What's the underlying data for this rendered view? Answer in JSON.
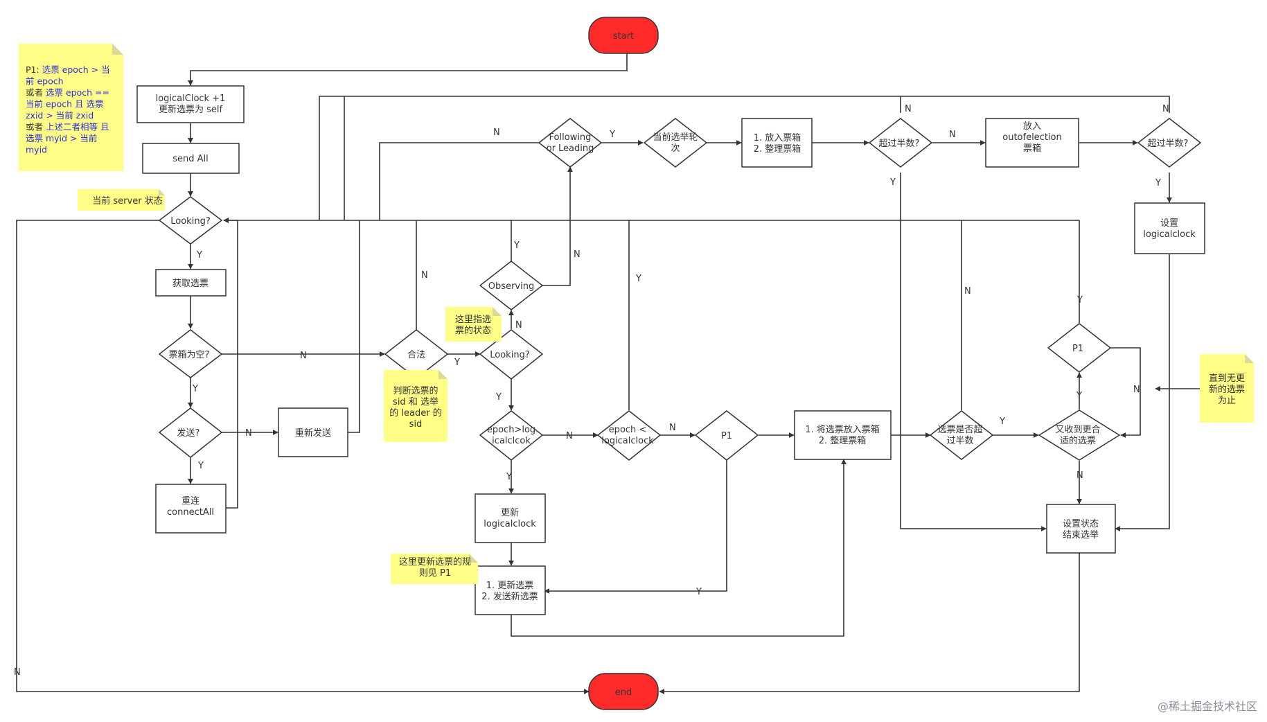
{
  "colors": {
    "terminal_fill": "#ff2b2b",
    "note_fill": "#ffff88",
    "note_fold": "#d9d99b",
    "note_highlight_text": "#2c2cd6",
    "stroke": "#333333",
    "text": "#333333"
  },
  "nodes": {
    "start": "start",
    "end": "end",
    "logical_clock_line1": "logicalClock +1",
    "logical_clock_line2": "更新选票为 self",
    "send_all": "send All",
    "looking_main": "Looking?",
    "get_vote": "获取选票",
    "box_empty": "票箱为空?",
    "send_q": "发送?",
    "resend": "重新发送",
    "reconnect_line1": "重连",
    "reconnect_line2": "connectAll",
    "legal": "合法",
    "observing": "Observing",
    "following_line1": "Following",
    "following_line2": "or Leading",
    "current_round_line1": "当前选举轮",
    "current_round_line2": "次",
    "put_box_top_line1": "1. 放入票箱",
    "put_box_top_line2": "2. 整理票箱",
    "over_half_1": "超过半数?",
    "outof_line1": "放入",
    "outof_line2": "outofelection",
    "outof_line3": "票箱",
    "over_half_2": "超过半数?",
    "set_clock_line1": "设置",
    "set_clock_line2": "logicalclock",
    "looking_2": "Looking?",
    "epoch_gt_line1": "epoch>log",
    "epoch_gt_line2": "icalclcok",
    "update_clock_line1": "更新",
    "update_clock_line2": "logicalclock",
    "update_vote_line1": "1. 更新选票",
    "update_vote_line2": "2. 发送新选票",
    "epoch_lt_line1": "epoch <",
    "epoch_lt_line2": "logicalclock",
    "p1_mid": "P1",
    "put_box_mid_line1": "1. 将选票放入票箱",
    "put_box_mid_line2": "2. 整理票箱",
    "vote_over_half_line1": "选票是否超",
    "vote_over_half_line2": "过半数",
    "received_better_line1": "又收到更合",
    "received_better_line2": "适的选票",
    "p1_right": "P1",
    "set_state_line1": "设置状态",
    "set_state_line2": "结束选举"
  },
  "edge_labels": {
    "y": "Y",
    "n": "N"
  },
  "notes": {
    "p1_rule": {
      "lines": [
        [
          {
            "t": "P1:  ",
            "h": false
          },
          {
            "t": "选票 epoch > 当",
            "h": true
          }
        ],
        [
          {
            "t": "前 epoch",
            "h": true
          }
        ],
        [
          {
            "t": "或者 ",
            "h": false
          },
          {
            "t": "选票 epoch ==",
            "h": true
          }
        ],
        [
          {
            "t": "当前 epoch 且 选票",
            "h": true
          }
        ],
        [
          {
            "t": "zxid > 当前 zxid",
            "h": true
          }
        ],
        [
          {
            "t": "或者 ",
            "h": false
          },
          {
            "t": "上述二者相等 且",
            "h": true
          }
        ],
        [
          {
            "t": "选票 myid > 当前",
            "h": true
          }
        ],
        [
          {
            "t": "myid",
            "h": true
          }
        ]
      ]
    },
    "server_state": "当前 server 状态",
    "vote_state_line1": "这里指选",
    "vote_state_line2": "票的状态",
    "judge_line1": "判断选票的",
    "judge_line2": "sid 和 选举",
    "judge_line3": "的 leader 的",
    "judge_line4": "sid",
    "update_rule_line1": "这里更新选票的规",
    "update_rule_line2": "则见 P1",
    "until_line1": "直到无更",
    "until_line2": "新的选票",
    "until_line3": "为止"
  },
  "watermark": "@稀土掘金技术社区"
}
